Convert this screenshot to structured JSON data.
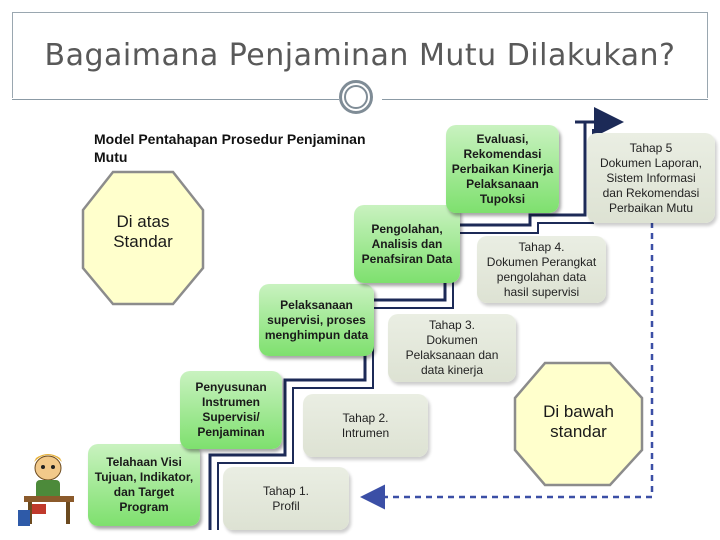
{
  "slide": {
    "title": "Bagaimana Penjaminan Mutu Dilakukan?"
  },
  "diagram": {
    "model_title": "Model Pentahapan Prosedur Penjaminan\n          Mutu",
    "above_standard": "Di atas\nStandar",
    "below_standard": "Di bawah\nstandar",
    "activities": [
      "Telahaan Visi\nTujuan, Indikator,\ndan Target\nProgram",
      "Penyusunan\nInstrumen\nSupervisi/\nPenjaminan",
      "Pelaksanaan\nsupervisi, proses\nmenghimpun data",
      "Pengolahan,\nAnalisis dan\nPenafsiran Data",
      "Evaluasi,\nRekomendasi\nPerbaikan Kinerja\nPelaksanaan\nTupoksi"
    ],
    "stages": [
      "Tahap 1.\nProfil",
      "Tahap 2.\nIntrumen",
      "Tahap 3.\nDokumen\nPelaksanaan dan\ndata kinerja",
      "Tahap 4.\nDokumen Perangkat\npengolahan data\nhasil supervisi",
      "Tahap 5\nDokumen Laporan,\nSistem Informasi\ndan Rekomendasi\nPerbaikan Mutu"
    ],
    "colors": {
      "activity_green": "#8be37a",
      "stage_grey": "#e3e7da",
      "octagon_fill": "#ffffcc",
      "stair_line": "#1c2a57",
      "feedback_dash": "#3b4fa6"
    }
  }
}
